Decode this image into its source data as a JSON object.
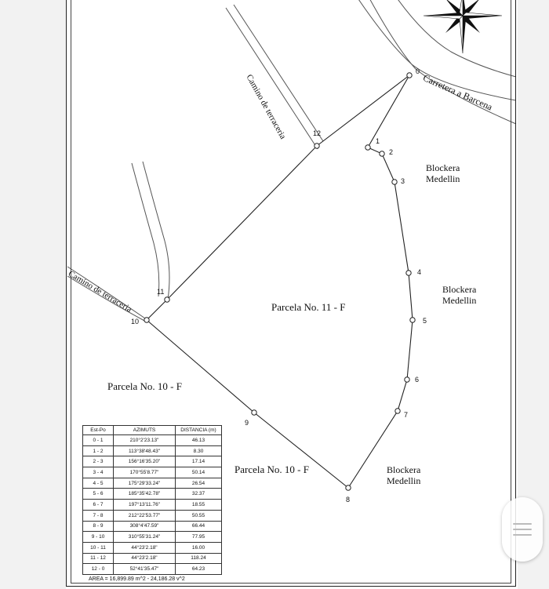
{
  "map": {
    "parcel_main": "Parcela No. 11 - F",
    "parcel_west": "Parcela No. 10 - F",
    "parcel_south": "Parcela No. 10 - F",
    "neighbor_1": [
      "Blockera",
      "Medellin"
    ],
    "neighbor_2": [
      "Blockera",
      "Medellin"
    ],
    "neighbor_3": [
      "Blockera",
      "Medellin"
    ],
    "road_north": "Camino de terraceria",
    "road_west": "Camino de terraceria",
    "road_east": "Carretera a Barcena",
    "point_labels": [
      "0",
      "1",
      "2",
      "3",
      "4",
      "5",
      "6",
      "7",
      "8",
      "9",
      "10",
      "11",
      "12"
    ],
    "compass": "compass-rose-icon",
    "colors": {
      "line": "#222222",
      "background": "#ffffff"
    }
  },
  "table": {
    "headers": [
      "Est-Po",
      "AZIMUTS",
      "DISTANCIA (m)"
    ],
    "rows": [
      [
        "0 - 1",
        "210°2'23.13\"",
        "46.13"
      ],
      [
        "1 - 2",
        "113°38'48.43\"",
        "8.30"
      ],
      [
        "2 - 3",
        "156°16'35.20\"",
        "17.14"
      ],
      [
        "3 - 4",
        "170°55'8.77\"",
        "50.14"
      ],
      [
        "4 - 5",
        "175°29'33.24\"",
        "26.54"
      ],
      [
        "5 - 6",
        "185°35'42.78\"",
        "32.37"
      ],
      [
        "6 - 7",
        "197°13'11.76\"",
        "18.55"
      ],
      [
        "7 - 8",
        "212°22'53.77\"",
        "50.55"
      ],
      [
        "8 - 9",
        "308°4'47.59\"",
        "66.44"
      ],
      [
        "9 - 10",
        "310°55'31.24\"",
        "77.95"
      ],
      [
        "10 - 11",
        "44°23'2.18\"",
        "16.00"
      ],
      [
        "11 - 12",
        "44°23'2.18\"",
        "118.24"
      ],
      [
        "12 - 0",
        "52°41'35.47\"",
        "64.23"
      ]
    ]
  },
  "area": "AREA = 16,899.89 m^2  -  24,186.28 v^2"
}
